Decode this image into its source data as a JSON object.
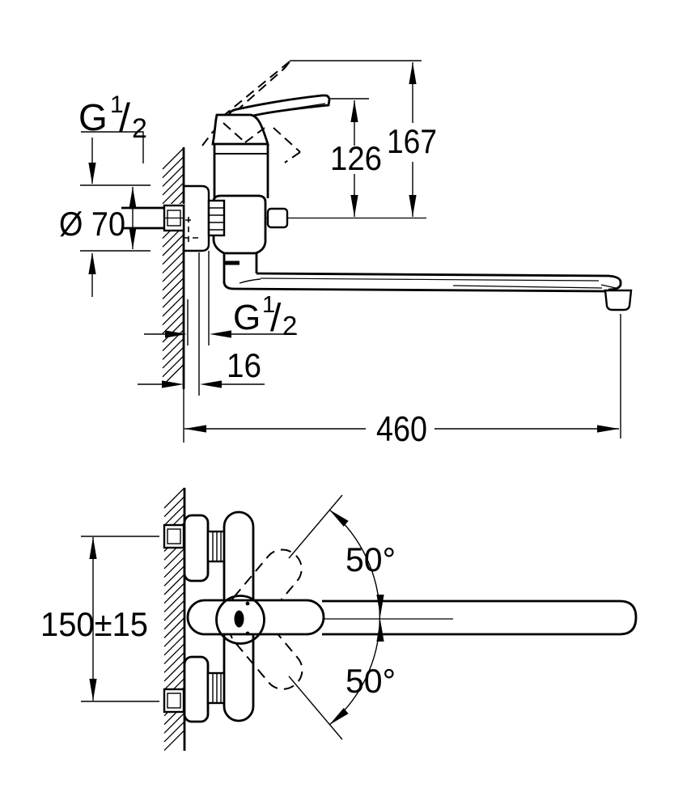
{
  "drawing": {
    "colors": {
      "background": "#ffffff",
      "line": "#000000"
    },
    "side_view": {
      "supply_thread": {
        "g": "G",
        "numerator": "1",
        "slash": "/",
        "denominator": "2"
      },
      "escutcheon_diameter": "Ø 70",
      "height_handle_closed": "126",
      "height_handle_open": "167",
      "outlet_thread": {
        "g": "G",
        "numerator": "1",
        "slash": "/",
        "denominator": "2"
      },
      "wall_clearance": "16",
      "spout_reach": "460"
    },
    "plan_view": {
      "connection_spacing": "150±15",
      "swivel_angle_upper": "50°",
      "swivel_angle_lower": "50°"
    }
  }
}
